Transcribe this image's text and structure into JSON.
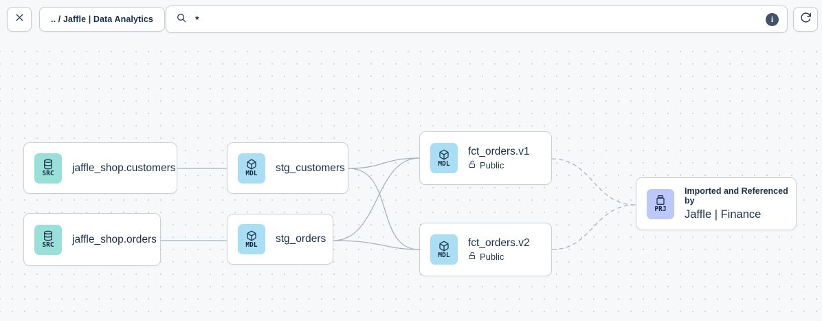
{
  "toolbar": {
    "breadcrumb": ".. / Jaffle | Data Analytics",
    "search_value": "*",
    "info_glyph": "i"
  },
  "icons": {
    "close": "x-icon",
    "search": "magnifier-icon",
    "info": "info-circle-icon",
    "refresh": "rotate-cw-icon",
    "source": "database-icon",
    "model": "cube-icon",
    "project": "jar-icon",
    "public": "open-lock-icon"
  },
  "nodes": [
    {
      "type": "SRC",
      "label": "jaffle_shop.customers"
    },
    {
      "type": "SRC",
      "label": "jaffle_shop.orders"
    },
    {
      "type": "MDL",
      "label": "stg_customers"
    },
    {
      "type": "MDL",
      "label": "stg_orders"
    },
    {
      "type": "MDL",
      "label": "fct_orders.v1",
      "access": "Public"
    },
    {
      "type": "MDL",
      "label": "fct_orders.v2",
      "access": "Public"
    },
    {
      "type": "PRJ",
      "title": "Imported and Referenced by",
      "label": "Jaffle | Finance"
    }
  ],
  "edges": [
    {
      "from": "jaffle_shop.customers",
      "to": "stg_customers",
      "style": "solid"
    },
    {
      "from": "jaffle_shop.orders",
      "to": "stg_orders",
      "style": "solid"
    },
    {
      "from": "stg_customers",
      "to": "fct_orders.v1",
      "style": "solid"
    },
    {
      "from": "stg_customers",
      "to": "fct_orders.v2",
      "style": "solid"
    },
    {
      "from": "stg_orders",
      "to": "fct_orders.v1",
      "style": "solid"
    },
    {
      "from": "stg_orders",
      "to": "fct_orders.v2",
      "style": "solid"
    },
    {
      "from": "fct_orders.v1",
      "to": "Jaffle | Finance",
      "style": "dashed"
    },
    {
      "from": "fct_orders.v2",
      "to": "Jaffle | Finance",
      "style": "dashed"
    }
  ],
  "colors": {
    "canvas": "#f7f8f9",
    "ink": "#16304a",
    "src": "#99e0d8",
    "mdl": "#a9def5",
    "prj": "#bdc8fa",
    "edge": "#a9b1bd",
    "node_border": "#ccd1d8",
    "info": "#42526b"
  }
}
